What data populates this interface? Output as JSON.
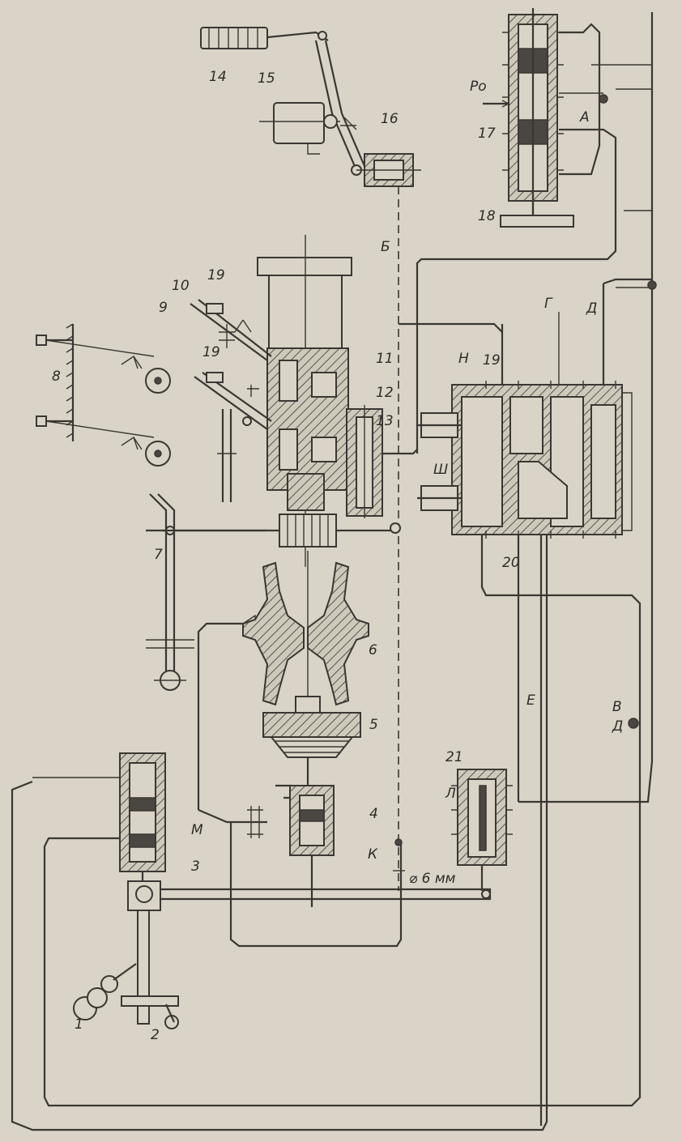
{
  "labels": {
    "n1": "1",
    "n2": "2",
    "n3": "3",
    "n4": "4",
    "n5": "5",
    "n6": "6",
    "n7": "7",
    "n8": "8",
    "n9": "9",
    "n10": "10",
    "n11": "11",
    "n12": "12",
    "n13": "13",
    "n14": "14",
    "n15": "15",
    "n16": "16",
    "n17": "17",
    "n18": "18",
    "n19a": "19",
    "n19b": "19",
    "n19c": "19",
    "n20": "20",
    "n21": "21",
    "M": "М",
    "K": "К",
    "N": "Н",
    "Sh": "Ш",
    "A": "А",
    "B": "Б",
    "V": "В",
    "G": "Г",
    "D1": "Д",
    "D2": "Д",
    "E": "Е",
    "L": "Л",
    "Po": "Pо",
    "dia": "⌀ 6 мм"
  }
}
